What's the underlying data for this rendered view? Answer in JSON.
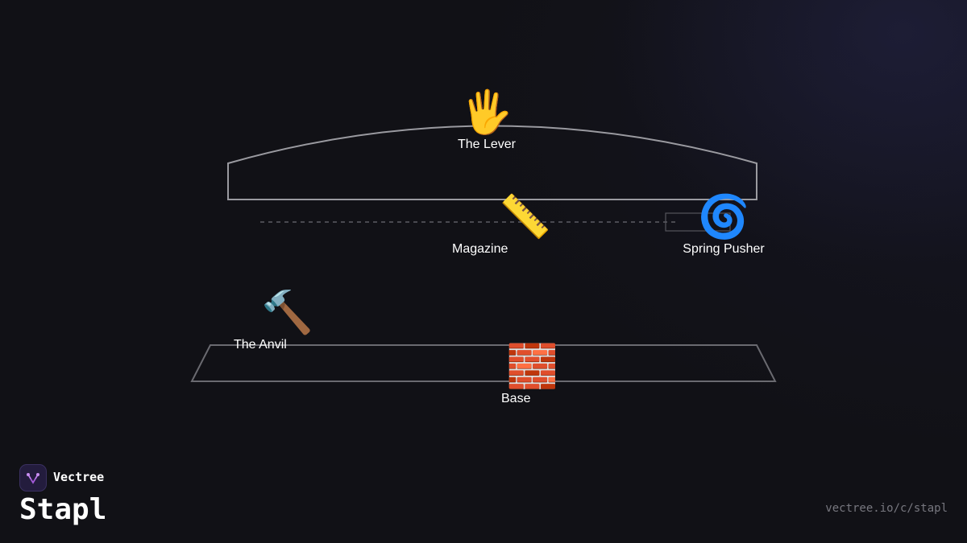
{
  "diagram": {
    "parts": [
      {
        "id": "lever",
        "emoji": "🖐️",
        "label": "The Lever"
      },
      {
        "id": "magazine",
        "emoji": "📏",
        "label": "Magazine"
      },
      {
        "id": "spring",
        "emoji": "🌀",
        "label": "Spring Pusher"
      },
      {
        "id": "anvil",
        "emoji": "🔨",
        "label": "The Anvil"
      },
      {
        "id": "base",
        "emoji": "🧱",
        "label": "Base"
      }
    ]
  },
  "branding": {
    "company": "Vectree",
    "product": "Stapl",
    "url": "vectree.io/c/stapl"
  },
  "colors": {
    "background": "#111116",
    "outline": "#9a9aa0",
    "text": "#ffffff",
    "url": "#77777f",
    "logo_accent": "#a45bd8"
  }
}
